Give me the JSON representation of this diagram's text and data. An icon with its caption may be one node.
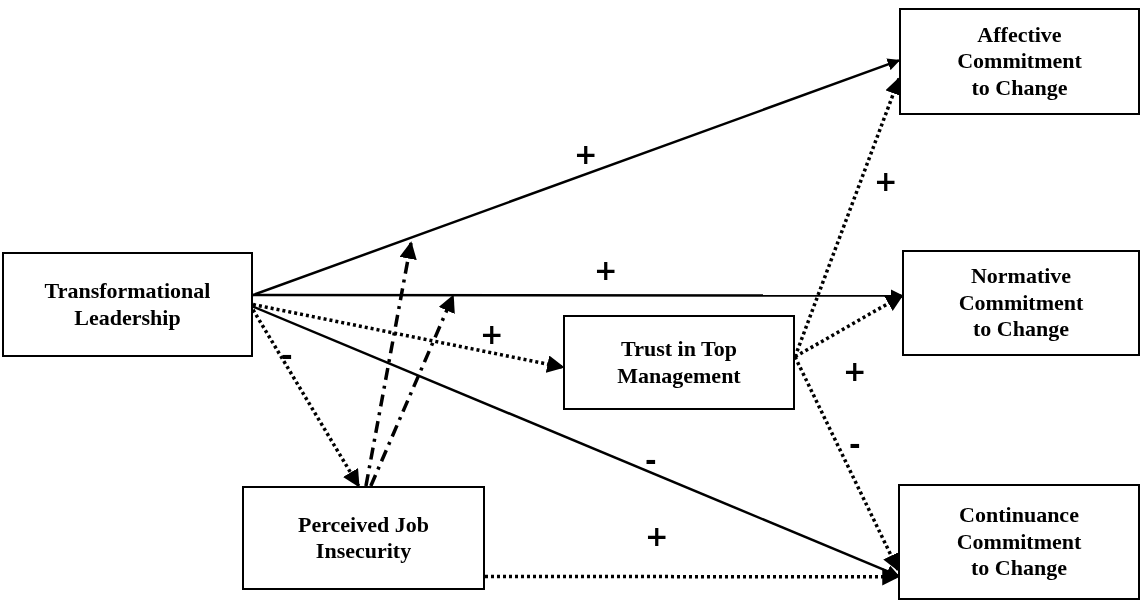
{
  "diagram": {
    "nodes": [
      {
        "text": [
          "Transformational Leadership"
        ]
      },
      {
        "text": [
          "Affective Commitment to Change"
        ]
      },
      {
        "text": [
          "Normative Commitment to Change"
        ]
      },
      {
        "text": [
          "Trust in Top Management"
        ]
      },
      {
        "text": [
          "Perceived Job Insecurity"
        ]
      },
      {
        "text": [
          "Continuance Commitment to Change"
        ]
      }
    ],
    "edges": [
      {
        "from": 0,
        "to": 1,
        "arrow": "to",
        "label": "+"
      },
      {
        "from": 0,
        "to": 2,
        "arrow": "to",
        "label": "+"
      },
      {
        "from": 0,
        "to": 3,
        "arrow": "to",
        "label": "+",
        "style": "dashed"
      },
      {
        "from": 0,
        "to": 5,
        "arrow": "to",
        "label": "-"
      },
      {
        "from": 0,
        "to": 4,
        "arrow": "to",
        "label": "-",
        "style": "dashed"
      },
      {
        "from": 4,
        "to": 5,
        "arrow": "to",
        "label": "+",
        "style": "dashed"
      },
      {
        "from": 3,
        "to": 1,
        "arrow": "to",
        "label": "+",
        "style": "dashed"
      },
      {
        "from": 3,
        "to": 2,
        "arrow": "to",
        "label": "+",
        "style": "dashed"
      },
      {
        "from": 3,
        "to": 5,
        "arrow": "to",
        "label": "-",
        "style": "dashed"
      },
      {
        "from": 4,
        "to": null,
        "arrow": "to",
        "style": "dashed"
      },
      {
        "from": 4,
        "to": null,
        "arrow": "to",
        "style": "dashed"
      }
    ]
  }
}
